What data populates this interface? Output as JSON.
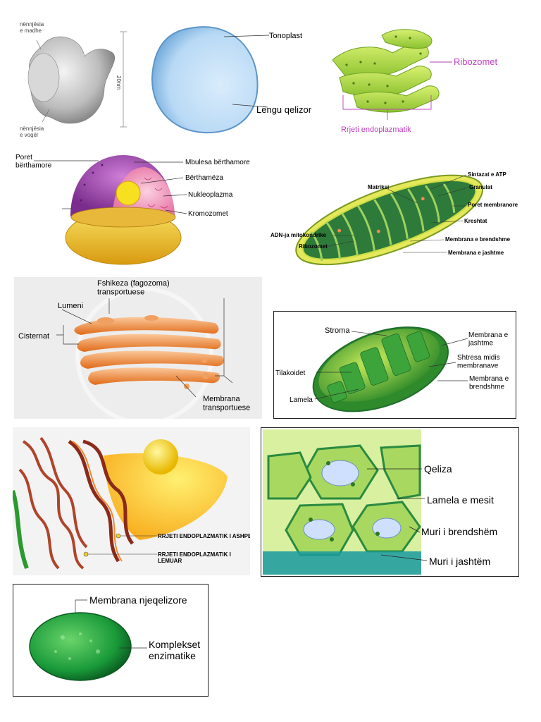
{
  "ribosome": {
    "large_subunit": "nënnjësia\ne madhe",
    "small_subunit": "nënnjësia\ne vogël",
    "size": "20nm"
  },
  "vacuole": {
    "tonoplast": "Tonoplast",
    "cell_sap": "Lëngu qelizor"
  },
  "er_top": {
    "ribosomes": "Ribozomet",
    "er": "Rrjeti endoplazmatik"
  },
  "nucleus": {
    "nuclear_pores": "Poret\nbërthamore",
    "nuclear_envelope": "Mbulesa bërthamore",
    "nucleolus": "Bërthamëza",
    "nucleoplasm": "Nukleoplazma",
    "chromosomes": "Kromozomet"
  },
  "mitochondrion": {
    "matrix": "Matriksi",
    "atp_synthase": "Sintazat e ATP",
    "granules": "Granulat",
    "membrane_pores": "Poret membranore",
    "cristae": "Kreshtat",
    "mt_dna": "ADN-ja mitokondrike",
    "inner_membrane": "Membrana e brendshme",
    "ribosomes": "Ribozomet",
    "outer_membrane": "Membrana e jashtme"
  },
  "golgi": {
    "vesicle": "Fshikeza (fagozoma)\ntransportuese",
    "lumen": "Lumeni",
    "cisternae": "Cisternat",
    "transport_membrane": "Membrana\ntransportuese"
  },
  "chloroplast": {
    "stroma": "Stroma",
    "outer_membrane": "Membrana e\njashtme",
    "intermembrane": "Shtresa midis\nmembranave",
    "thylakoids": "Tilakoidet",
    "inner_membrane": "Membrana e\nbrendshme",
    "lamella": "Lamela"
  },
  "er_cell": {
    "rough_er": "RRJETI ENDOPLAZMATIK I ASHPER",
    "smooth_er": "RRJETI ENDOPLAZMATIK I\nLEMUAR"
  },
  "plant_tissue": {
    "cell": "Qeliza",
    "middle_lamella": "Lamela e mesit",
    "inner_wall": "Muri i brendshëm",
    "outer_wall": "Muri i jashtëm"
  },
  "microbody": {
    "single_membrane": "Membrana njeqelizore",
    "enzyme_complexes": "Komplekset\nenzimatike"
  },
  "colors": {
    "purple": "#c040c0",
    "green_dark": "#1f6e2a",
    "green": "#5fb030",
    "yellow": "#f5d020",
    "orange": "#f08a30",
    "blue_light": "#bcdcf5"
  }
}
